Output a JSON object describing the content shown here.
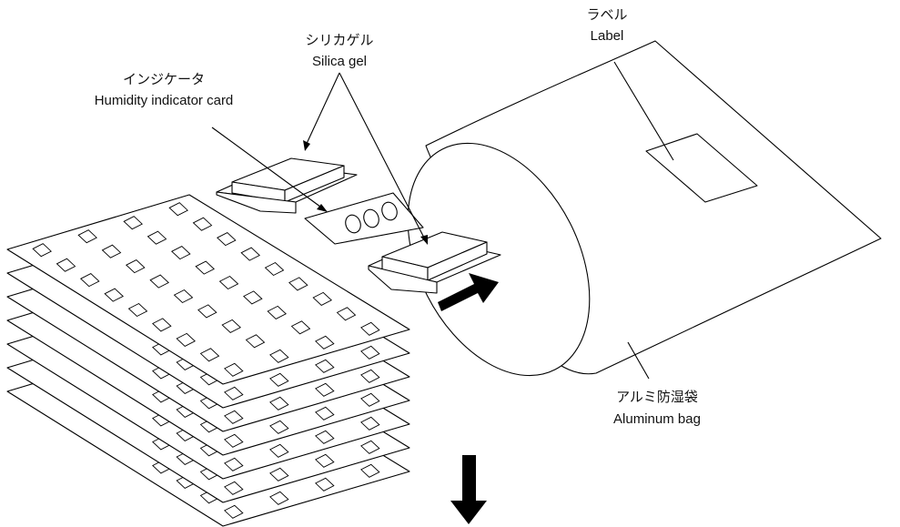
{
  "labels": {
    "silica_gel": {
      "jp": "シリカゲル",
      "en": "Silica gel"
    },
    "indicator": {
      "jp": "インジケータ",
      "en": "Humidity indicator card"
    },
    "label": {
      "jp": "ラベル",
      "en": "Label"
    },
    "aluminum_bag": {
      "jp": "アルミ防湿袋",
      "en": "Aluminum bag"
    }
  },
  "tray_stack": {
    "tray_count": 7,
    "pocket_rows": 4,
    "pocket_cols": 9
  },
  "indicator_spot_count": 3,
  "colors": {
    "line": "#000000",
    "arrow": "#000000",
    "background": "#ffffff"
  }
}
